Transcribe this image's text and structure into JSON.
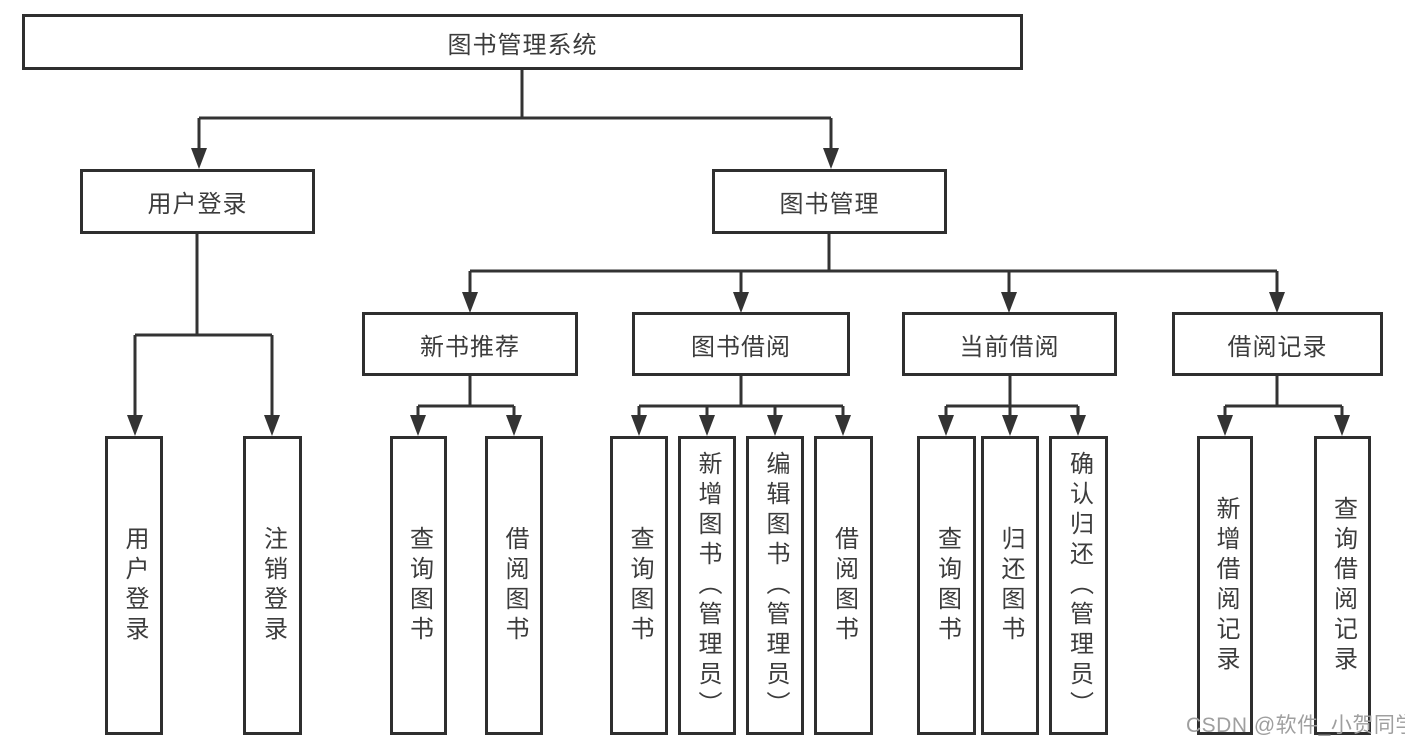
{
  "tree": {
    "label": "图书管理系统",
    "children": [
      {
        "label": "用户登录",
        "children": [
          {
            "label": "用户登录"
          },
          {
            "label": "注销登录"
          }
        ]
      },
      {
        "label": "图书管理",
        "children": [
          {
            "label": "新书推荐",
            "children": [
              {
                "label": "查询图书"
              },
              {
                "label": "借阅图书"
              }
            ]
          },
          {
            "label": "图书借阅",
            "children": [
              {
                "label": "查询图书"
              },
              {
                "label": "新增图书（管理员）"
              },
              {
                "label": "编辑图书（管理员）"
              },
              {
                "label": "借阅图书"
              }
            ]
          },
          {
            "label": "当前借阅",
            "children": [
              {
                "label": "查询图书"
              },
              {
                "label": "归还图书"
              },
              {
                "label": "确认归还（管理员）"
              }
            ]
          },
          {
            "label": "借阅记录",
            "children": [
              {
                "label": "新增借阅记录"
              },
              {
                "label": "查询借阅记录"
              }
            ]
          }
        ]
      }
    ]
  },
  "watermark": {
    "text": "CSDN @软件_小贺同学"
  },
  "colors": {
    "line": "#333333",
    "box_border": "#2f2f2f",
    "text": "#3c3c3c",
    "watermark": "#9f9f9f",
    "background": "#ffffff"
  }
}
